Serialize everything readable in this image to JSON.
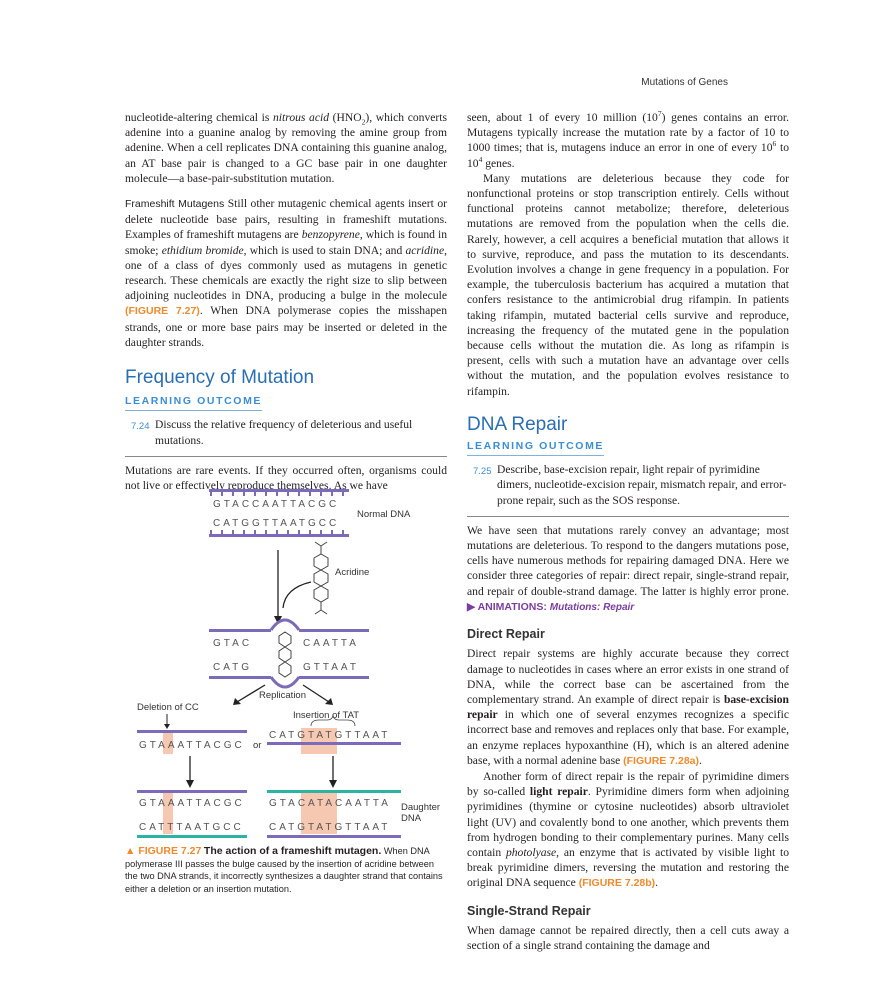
{
  "running_head": "Mutations of Genes",
  "left": {
    "p1": [
      "nucleotide-altering chemical is ",
      "nitrous acid",
      " (HNO",
      "2",
      "), which converts adenine into a guanine analog by removing the amine group from adenine. When a cell replicates DNA containing this guanine analog, an AT base pair is changed to a GC base pair in one daughter molecule—a base-pair-substitution mutation."
    ],
    "frameshift_runin": "Frameshift Mutagens",
    "p2": [
      "  Still other mutagenic chemical agents insert or delete nucleotide base pairs, resulting in frameshift mutations. Examples of frameshift mutagens are ",
      "benzopyrene",
      ", which is found in smoke; ",
      "ethidium bromide",
      ", which is used to stain DNA; and ",
      "acridine",
      ", one of a class of dyes commonly used as mutagens in genetic research. These chemicals are exactly the right size to slip between adjoining nucleotides in DNA, producing a bulge in the molecule ",
      "(FIGURE 7.27)",
      ". When DNA polymerase copies the misshapen strands, one or more base pairs may be inserted or deleted in the daughter strands."
    ],
    "heading": "Frequency of Mutation",
    "lo_head": "LEARNING OUTCOME",
    "lo_num": "7.24",
    "lo_text": "Discuss the relative frequency of deleterious and useful mutations.",
    "p3": "Mutations are rare events. If they occurred often, organisms could not live or effectively reproduce themselves. As we have"
  },
  "figure": {
    "strand_top1": "GTACCAATTACGC",
    "strand_top2": "CATGGTTAATGCC",
    "normal_dna": "Normal DNA",
    "acridine": "Acridine",
    "bulge_top_left": "GTAC",
    "bulge_top_right": "CAATTA",
    "bulge_bottom_left": "CATG",
    "bulge_bottom_right": "GTTAAT",
    "replication": "Replication",
    "deletion_label": "Deletion of CC",
    "insertion_label": "Insertion of TAT",
    "del_strand": "GTAAATTACGC",
    "or": "or",
    "ins_strand": "CATGTATGTTAAT",
    "out_left_top": "GTAAATTACGC",
    "out_left_bottom": "CATTTAATGCC",
    "out_right_top": "GTACATACAATTA",
    "out_right_bottom": "CATGTATGTTAAT",
    "daughter": "Daughter",
    "dna": "DNA",
    "colors": {
      "parent": "#7b6bb8",
      "daughter": "#2bb3a3",
      "highlight": "#f6c7b1"
    }
  },
  "caption": {
    "label": "FIGURE 7.27",
    "title": "The action of a frameshift mutagen.",
    "text": " When DNA polymerase III passes the bulge caused by the insertion of acridine between the two DNA strands, it incorrectly synthesizes a daughter strand that contains either a deletion or an insertion mutation."
  },
  "right": {
    "p1a": "seen, about 1 of every 10 million (10",
    "p1sup1": "7",
    "p1b": ") genes contains an error. Mutagens typically increase the mutation rate by a factor of 10 to 1000 times; that is, mutagens induce an error in one of every 10",
    "p1sup2": "6",
    "p1c": " to 10",
    "p1sup3": "4",
    "p1d": " genes.",
    "p2": "Many mutations are deleterious because they code for nonfunctional proteins or stop transcription entirely. Cells without functional proteins cannot metabolize; therefore, deleterious mutations are removed from the population when the cells die. Rarely, however, a cell acquires a beneficial mutation that allows it to survive, reproduce, and pass the mutation to its descendants. Evolution involves a change in gene frequency in a population. For example, the tuberculosis bacterium has acquired a mutation that confers resistance to the antimicrobial drug rifampin. In patients taking rifampin, mutated bacterial cells survive and reproduce, increasing the frequency of the mutated gene in the population because cells without the mutation die. As long as rifampin is present, cells with such a mutation have an advantage over cells without the mutation, and the population evolves resistance to rifampin.",
    "heading": "DNA Repair",
    "lo_head": "LEARNING OUTCOME",
    "lo_num": "7.25",
    "lo_text": "Describe, base-excision repair, light repair of pyrimidine dimers, nucleotide-excision repair, mismatch repair, and error-prone repair, such as the SOS response.",
    "p3": "We have seen that mutations rarely convey an advantage; most mutations are deleterious. To respond to the dangers mutations pose, cells have numerous methods for repairing damaged DNA. Here we consider three categories of repair: direct repair, single-strand repair, and repair of double-strand damage. The latter is highly error prone. ",
    "anim_label": "▶ ANIMATIONS:",
    "anim_title": "Mutations: Repair",
    "direct_head": "Direct Repair",
    "p4a": "Direct repair systems are highly accurate because they correct damage to nucleotides in cases where an error exists in one strand of DNA, while the correct base can be ascertained from the complementary strand. An example of direct repair is ",
    "p4bold": "base-excision repair",
    "p4b": " in which one of several enzymes recognizes a specific incorrect base and removes and replaces only that base. For example, an enzyme replaces hypoxanthine (H), which is an altered adenine base, with a normal adenine base ",
    "p4ref": "(FIGURE 7.28a)",
    "p4c": ".",
    "p5a": "Another form of direct repair is the repair of pyrimidine dimers by so-called ",
    "p5bold": "light repair",
    "p5b": ". Pyrimidine dimers form when adjoining pyrimidines (thymine or cytosine nucleotides) absorb ultraviolet light (UV) and covalently bond to one another, which prevents them from hydrogen bonding to their complementary purines. Many cells contain ",
    "p5it": "photolyase",
    "p5c": ", an enzyme that is activated by visible light to break pyrimidine dimers, reversing the mutation and restoring the original DNA sequence ",
    "p5ref": "(FIGURE 7.28b)",
    "p5d": ".",
    "single_head": "Single-Strand Repair",
    "p6": "When damage cannot be repaired directly, then a cell cuts away a section of a single strand containing the damage and"
  }
}
